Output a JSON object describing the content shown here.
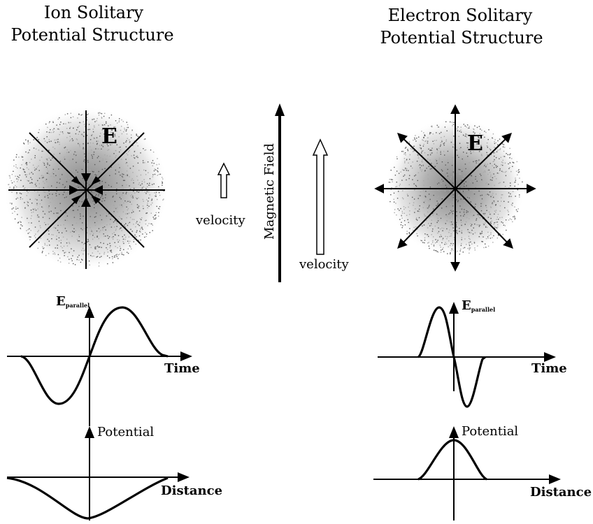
{
  "left_panel": {
    "title_line1": "Ion Solitary",
    "title_line2": "Potential Structure",
    "field_label": "E",
    "eparallel_main": "E",
    "eparallel_sub": "parallel",
    "time_label": "Time",
    "potential_label": "Potential",
    "distance_label": "Distance"
  },
  "right_panel": {
    "title_line1": "Electron Solitary",
    "title_line2": "Potential Structure",
    "field_label": "E",
    "eparallel_main": "E",
    "eparallel_sub": "parallel",
    "time_label": "Time",
    "potential_label": "Potential",
    "distance_label": "Distance"
  },
  "center": {
    "magnetic_field_label": "Magnetic Field",
    "velocity_small_label": "velocity",
    "velocity_large_label": "velocity"
  },
  "colors": {
    "ink": "#000000",
    "cloud": "#8c8c8c",
    "background": "#ffffff"
  }
}
